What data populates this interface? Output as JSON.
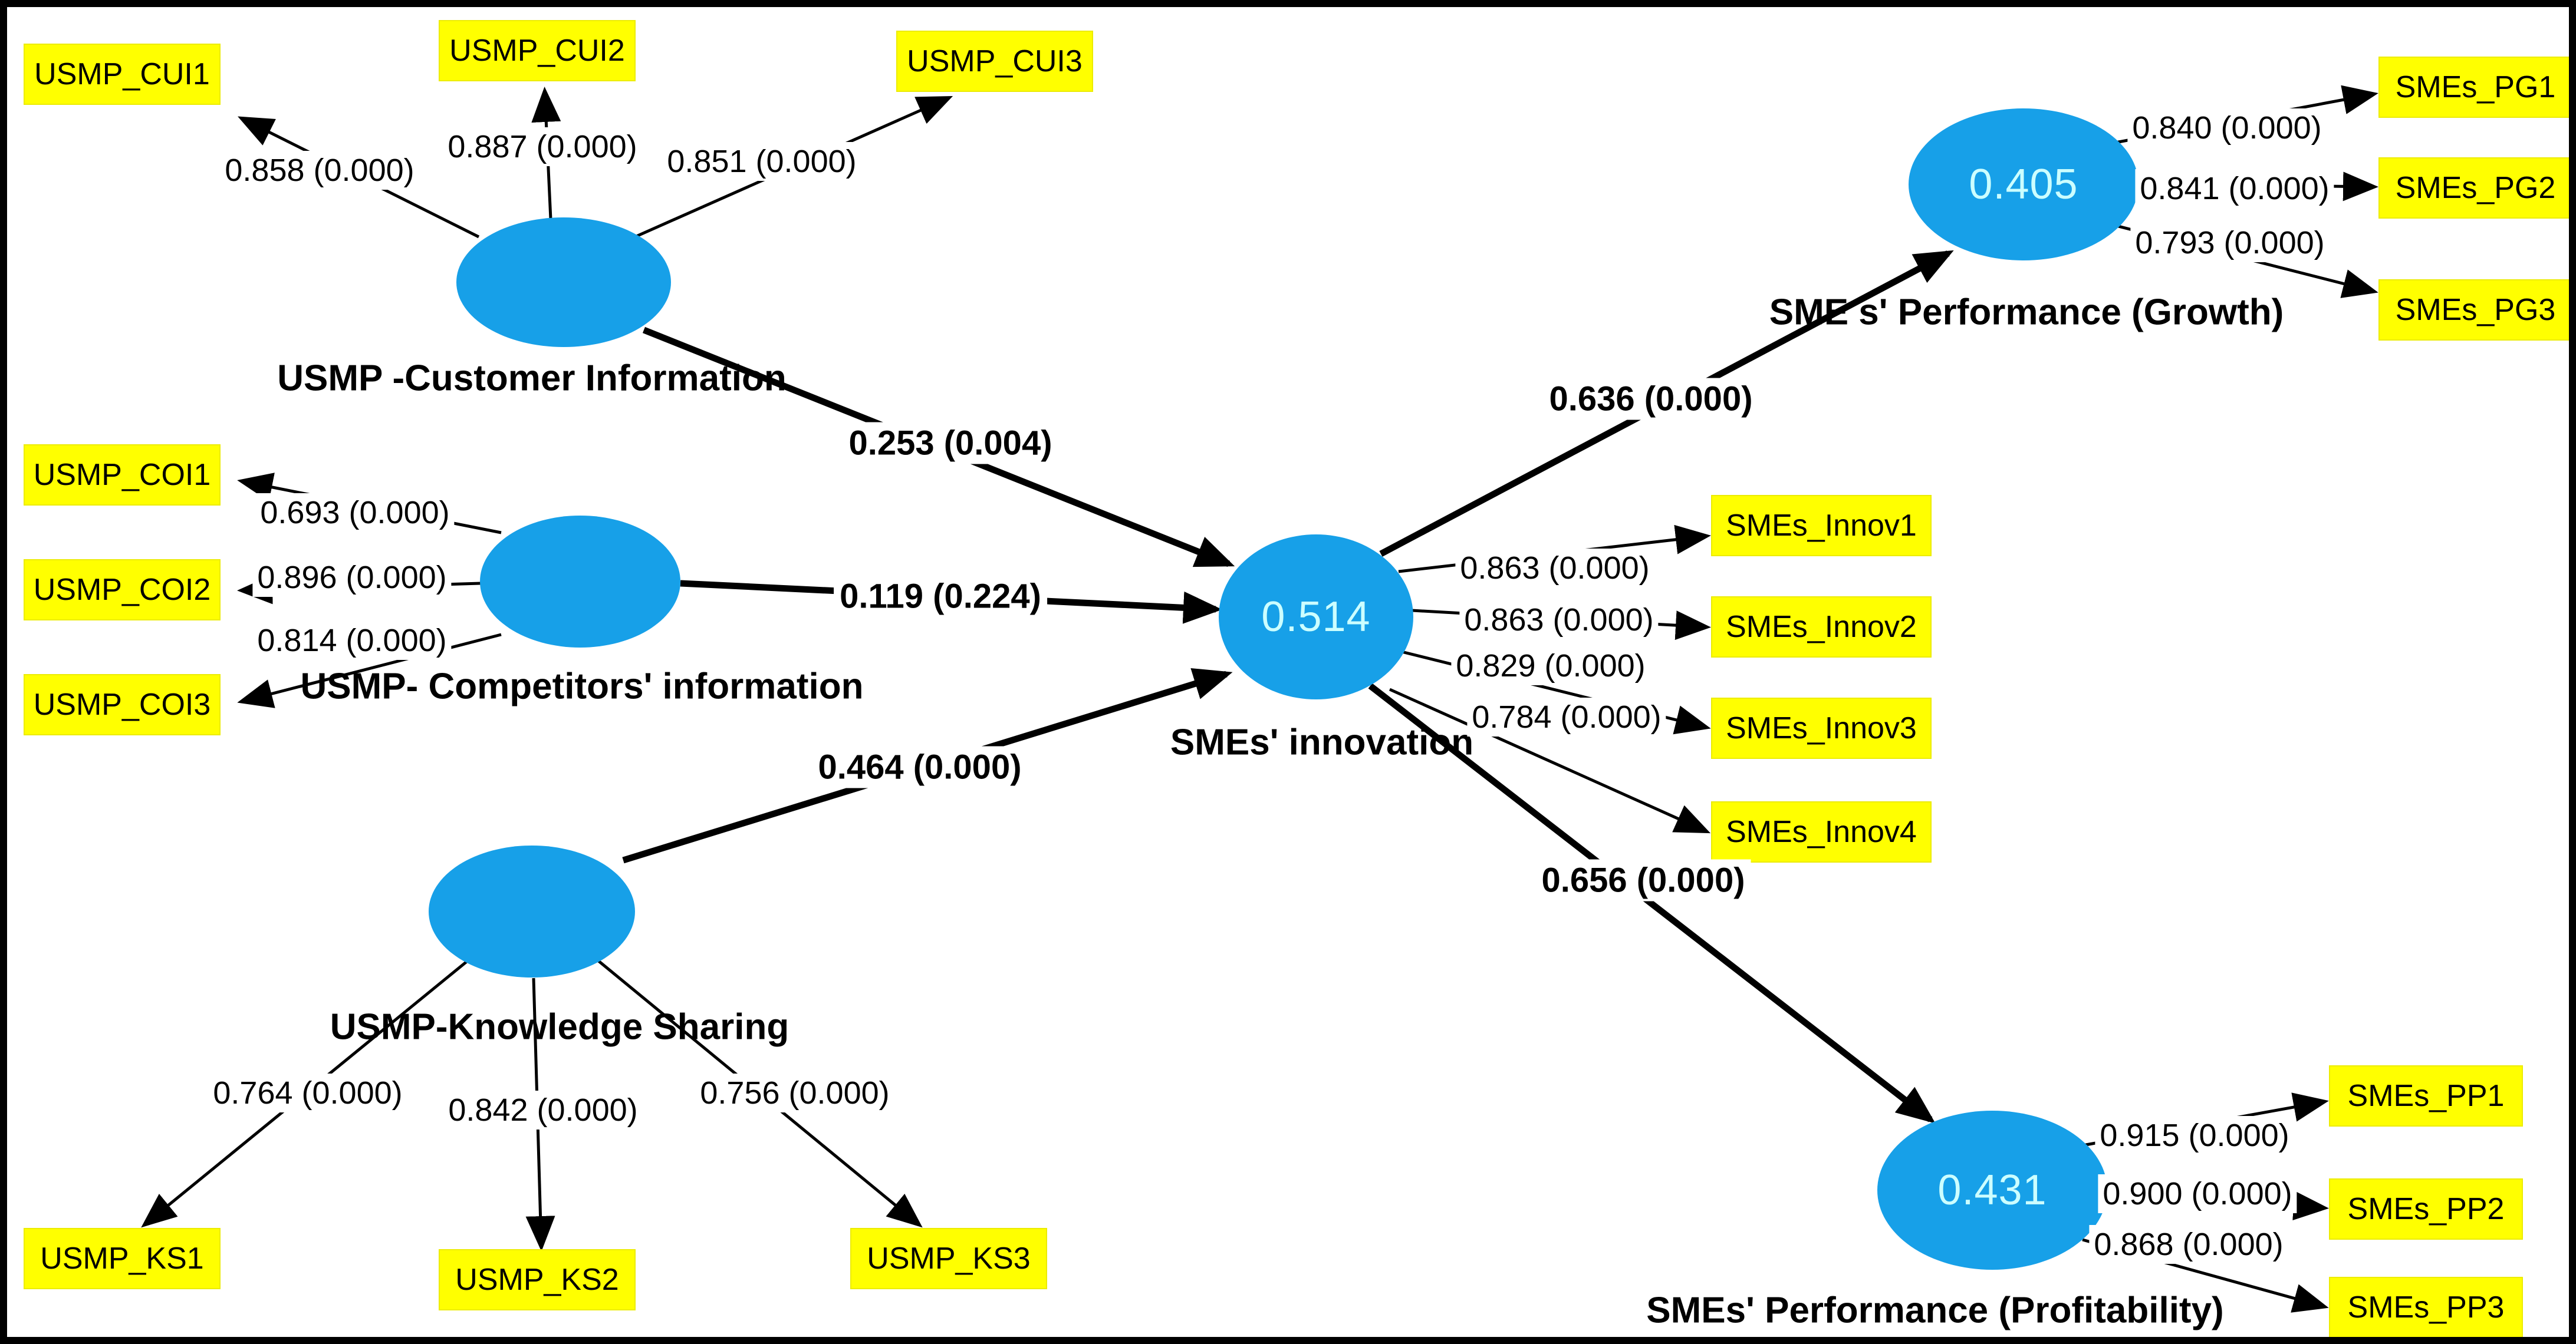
{
  "diagram_title": "PLS-SEM structural model: USMP information/knowledge constructs, SMEs' innovation and performance",
  "colors": {
    "construct_fill": "#17A0E8",
    "indicator_fill": "#FFFF00",
    "r2_text": "#CCFFFF",
    "arrow": "#000000",
    "text": "#000000",
    "border": "#000000",
    "background": "#FFFFFF"
  },
  "constructs": {
    "customer": {
      "label": "USMP -Customer Information",
      "r2": ""
    },
    "competitors": {
      "label": "USMP- Competitors' information",
      "r2": ""
    },
    "knowledge": {
      "label": "USMP-Knowledge Sharing",
      "r2": ""
    },
    "innovation": {
      "label": "SMEs' innovation",
      "r2": "0.514"
    },
    "growth": {
      "label": "SME s' Performance (Growth)",
      "r2": "0.405"
    },
    "profitability": {
      "label": "SMEs' Performance (Profitability)",
      "r2": "0.431"
    }
  },
  "indicators": {
    "customer": [
      {
        "label": "USMP_CUI1",
        "loading": "0.858 (0.000)"
      },
      {
        "label": "USMP_CUI2",
        "loading": "0.887 (0.000)"
      },
      {
        "label": "USMP_CUI3",
        "loading": "0.851 (0.000)"
      }
    ],
    "competitors": [
      {
        "label": "USMP_COI1",
        "loading": "0.693 (0.000)"
      },
      {
        "label": "USMP_COI2",
        "loading": "0.896 (0.000)"
      },
      {
        "label": "USMP_COI3",
        "loading": "0.814 (0.000)"
      }
    ],
    "knowledge": [
      {
        "label": "USMP_KS1",
        "loading": "0.764 (0.000)"
      },
      {
        "label": "USMP_KS2",
        "loading": "0.842 (0.000)"
      },
      {
        "label": "USMP_KS3",
        "loading": "0.756 (0.000)"
      }
    ],
    "innovation": [
      {
        "label": "SMEs_Innov1",
        "loading": "0.863 (0.000)"
      },
      {
        "label": "SMEs_Innov2",
        "loading": "0.863 (0.000)"
      },
      {
        "label": "SMEs_Innov3",
        "loading": "0.829 (0.000)"
      },
      {
        "label": "SMEs_Innov4",
        "loading": "0.784 (0.000)"
      }
    ],
    "growth": [
      {
        "label": "SMEs_PG1",
        "loading": "0.840 (0.000)"
      },
      {
        "label": "SMEs_PG2",
        "loading": "0.841 (0.000)"
      },
      {
        "label": "SMEs_PG3",
        "loading": "0.793 (0.000)"
      }
    ],
    "profitability": [
      {
        "label": "SMEs_PP1",
        "loading": "0.915 (0.000)"
      },
      {
        "label": "SMEs_PP2",
        "loading": "0.900 (0.000)"
      },
      {
        "label": "SMEs_PP3",
        "loading": "0.868 (0.000)"
      }
    ]
  },
  "paths": [
    {
      "from": "USMP -Customer Information",
      "to": "SMEs' innovation",
      "coefficient": "0.253 (0.004)"
    },
    {
      "from": "USMP- Competitors' information",
      "to": "SMEs' innovation",
      "coefficient": "0.119 (0.224)"
    },
    {
      "from": "USMP-Knowledge Sharing",
      "to": "SMEs' innovation",
      "coefficient": "0.464 (0.000)"
    },
    {
      "from": "SMEs' innovation",
      "to": "SME s' Performance (Growth)",
      "coefficient": "0.636 (0.000)"
    },
    {
      "from": "SMEs' innovation",
      "to": "SMEs' Performance (Profitability)",
      "coefficient": "0.656 (0.000)"
    }
  ]
}
